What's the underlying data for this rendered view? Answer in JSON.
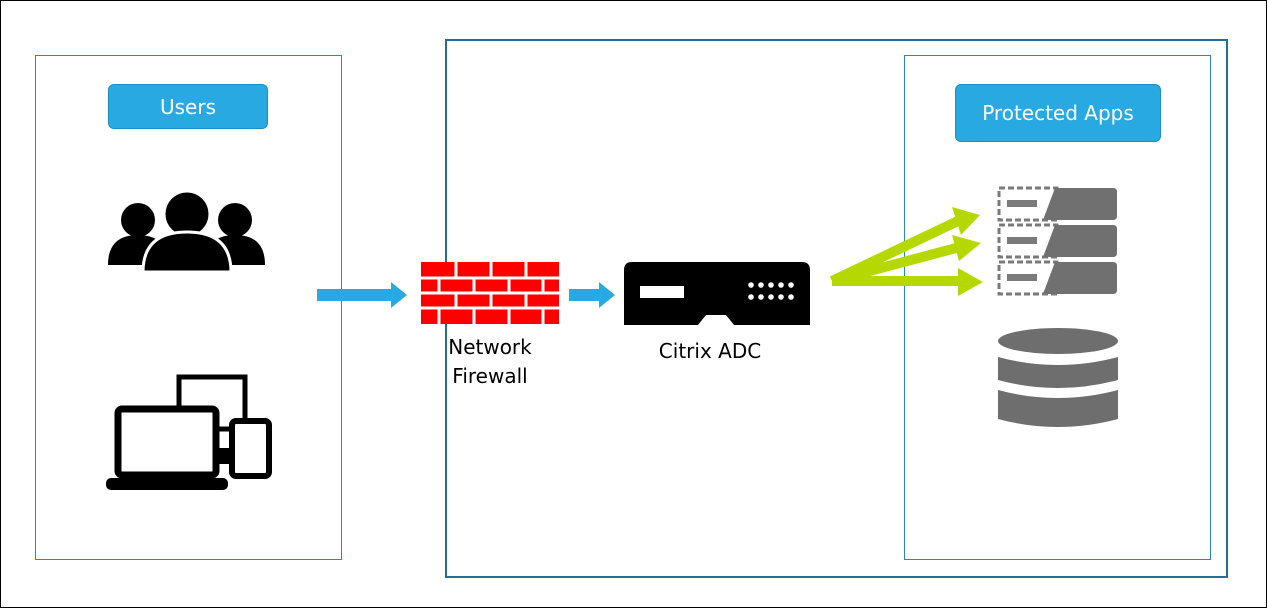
{
  "users": {
    "title": "Users"
  },
  "apps": {
    "title": "Protected Apps"
  },
  "nodes": {
    "firewall_line1": "Network",
    "firewall_line2": "Firewall",
    "adc": "Citrix ADC"
  },
  "colors": {
    "pill": "#29a9e1",
    "flow_arrow": "#29a9e1",
    "lb_arrow": "#b5d900",
    "firewall": "#ff0000",
    "server": "#6e6e6e"
  },
  "icons": [
    "users-group-icon",
    "devices-icon",
    "firewall-icon",
    "adc-appliance-icon",
    "server-stack-icon",
    "database-icon"
  ]
}
